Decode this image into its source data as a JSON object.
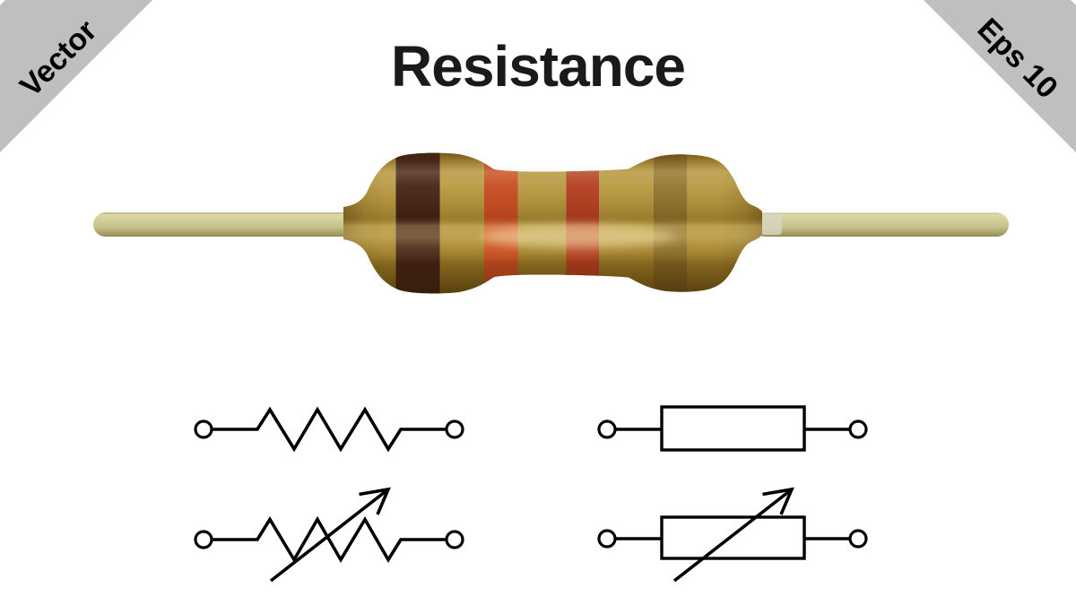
{
  "page": {
    "background": "#ffffff"
  },
  "title": {
    "text": "Resistance",
    "color": "#1a1a1a"
  },
  "ribbons": {
    "top_left": {
      "label": "Vector",
      "bg": "#bfbfbf",
      "text_color": "#000000"
    },
    "top_right": {
      "label": "Eps 10",
      "bg": "#bfbfbf",
      "text_color": "#000000"
    }
  },
  "resistor": {
    "body_color": "#ab8a33",
    "lead_color": "#cdc791",
    "highlight_color": "#cdb56b",
    "bands": [
      {
        "name": "dark-brown",
        "color": "#432215"
      },
      {
        "name": "orange",
        "color": "#c64a20"
      },
      {
        "name": "red",
        "color": "#b23c1f"
      },
      {
        "name": "gold",
        "color": "#6b4f1c"
      }
    ]
  },
  "symbols": {
    "stroke_color": "#000000",
    "items": [
      {
        "name": "fixed-resistor-zigzag",
        "style": "zigzag"
      },
      {
        "name": "fixed-resistor-box",
        "style": "box"
      },
      {
        "name": "variable-resistor-zigzag",
        "style": "zigzag-arrow"
      },
      {
        "name": "variable-resistor-box",
        "style": "box-arrow"
      }
    ]
  }
}
